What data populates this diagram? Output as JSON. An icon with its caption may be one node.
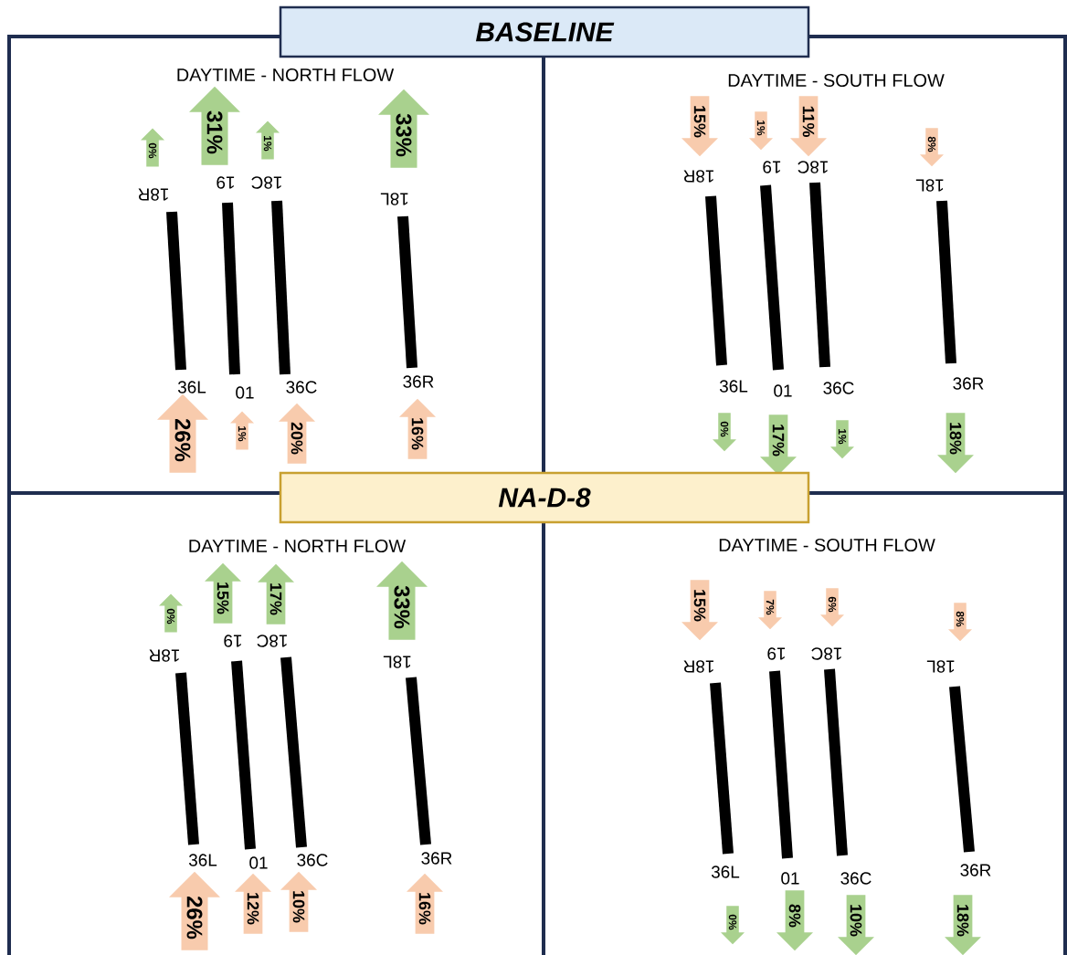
{
  "diagram": {
    "nodes": [
      {
        "text": [
          "BASELINE"
        ]
      },
      {
        "text": [
          "DAYTIME - NORTH FLOW"
        ]
      },
      {
        "text": [],
        "shape": "bar",
        "beside": [
          "18R",
          "36L"
        ],
        "in": 1
      },
      {
        "text": [],
        "shape": "bar",
        "beside": [
          "19",
          "01"
        ],
        "in": 1
      },
      {
        "text": [],
        "shape": "bar",
        "beside": [
          "18C",
          "36C"
        ],
        "in": 1
      },
      {
        "text": [],
        "shape": "bar",
        "beside": [
          "18L",
          "36R"
        ],
        "in": 1
      },
      {
        "text": [
          "0%"
        ],
        "in": 1
      },
      {
        "text": [
          "31%"
        ],
        "in": 1
      },
      {
        "text": [
          "1%"
        ],
        "in": 1
      },
      {
        "text": [
          "33%"
        ],
        "in": 1
      },
      {
        "text": [
          "26%"
        ],
        "in": 1
      },
      {
        "text": [
          "1%"
        ],
        "in": 1
      },
      {
        "text": [
          "20%"
        ],
        "in": 1
      },
      {
        "text": [
          "16%"
        ],
        "in": 1
      },
      {
        "text": [
          "DAYTIME - SOUTH FLOW"
        ]
      },
      {
        "text": [],
        "shape": "bar",
        "beside": [
          "18R",
          "36L"
        ],
        "in": 14
      },
      {
        "text": [],
        "shape": "bar",
        "beside": [
          "19",
          "01"
        ],
        "in": 14
      },
      {
        "text": [],
        "shape": "bar",
        "beside": [
          "18C",
          "36C"
        ],
        "in": 14
      },
      {
        "text": [],
        "shape": "bar",
        "beside": [
          "18L",
          "36R"
        ],
        "in": 14
      },
      {
        "text": [
          "15%"
        ],
        "in": 14
      },
      {
        "text": [
          "1%"
        ],
        "in": 14
      },
      {
        "text": [
          "11%"
        ],
        "in": 14
      },
      {
        "text": [
          "8%"
        ],
        "in": 14
      },
      {
        "text": [
          "0%"
        ],
        "in": 14
      },
      {
        "text": [
          "17%"
        ],
        "in": 14
      },
      {
        "text": [
          "1%"
        ],
        "in": 14
      },
      {
        "text": [
          "18%"
        ],
        "in": 14
      },
      {
        "text": [
          "NA-D-8"
        ]
      },
      {
        "text": [
          "DAYTIME - NORTH FLOW"
        ]
      },
      {
        "text": [],
        "shape": "bar",
        "beside": [
          "18R",
          "36L"
        ],
        "in": 28
      },
      {
        "text": [],
        "shape": "bar",
        "beside": [
          "19",
          "01"
        ],
        "in": 28
      },
      {
        "text": [],
        "shape": "bar",
        "beside": [
          "18C",
          "36C"
        ],
        "in": 28
      },
      {
        "text": [],
        "shape": "bar",
        "beside": [
          "18L",
          "36R"
        ],
        "in": 28
      },
      {
        "text": [
          "0%"
        ],
        "in": 28
      },
      {
        "text": [
          "15%"
        ],
        "in": 28
      },
      {
        "text": [
          "17%"
        ],
        "in": 28
      },
      {
        "text": [
          "33%"
        ],
        "in": 28
      },
      {
        "text": [
          "26%"
        ],
        "in": 28
      },
      {
        "text": [
          "12%"
        ],
        "in": 28
      },
      {
        "text": [
          "10%"
        ],
        "in": 28
      },
      {
        "text": [
          "16%"
        ],
        "in": 28
      },
      {
        "text": [
          "DAYTIME - SOUTH FLOW"
        ]
      },
      {
        "text": [],
        "shape": "bar",
        "beside": [
          "18R",
          "36L"
        ],
        "in": 41
      },
      {
        "text": [],
        "shape": "bar",
        "beside": [
          "19",
          "01"
        ],
        "in": 41
      },
      {
        "text": [],
        "shape": "bar",
        "beside": [
          "18C",
          "36C"
        ],
        "in": 41
      },
      {
        "text": [],
        "shape": "bar",
        "beside": [
          "18L",
          "36R"
        ],
        "in": 41
      },
      {
        "text": [
          "15%"
        ],
        "in": 41
      },
      {
        "text": [
          "7%"
        ],
        "in": 41
      },
      {
        "text": [
          "6%"
        ],
        "in": 41
      },
      {
        "text": [
          "8%"
        ],
        "in": 41
      },
      {
        "text": [
          "0%"
        ],
        "in": 41
      },
      {
        "text": [
          "8%"
        ],
        "in": 41
      },
      {
        "text": [
          "10%"
        ],
        "in": 41
      },
      {
        "text": [
          "18%"
        ],
        "in": 41
      }
    ]
  }
}
